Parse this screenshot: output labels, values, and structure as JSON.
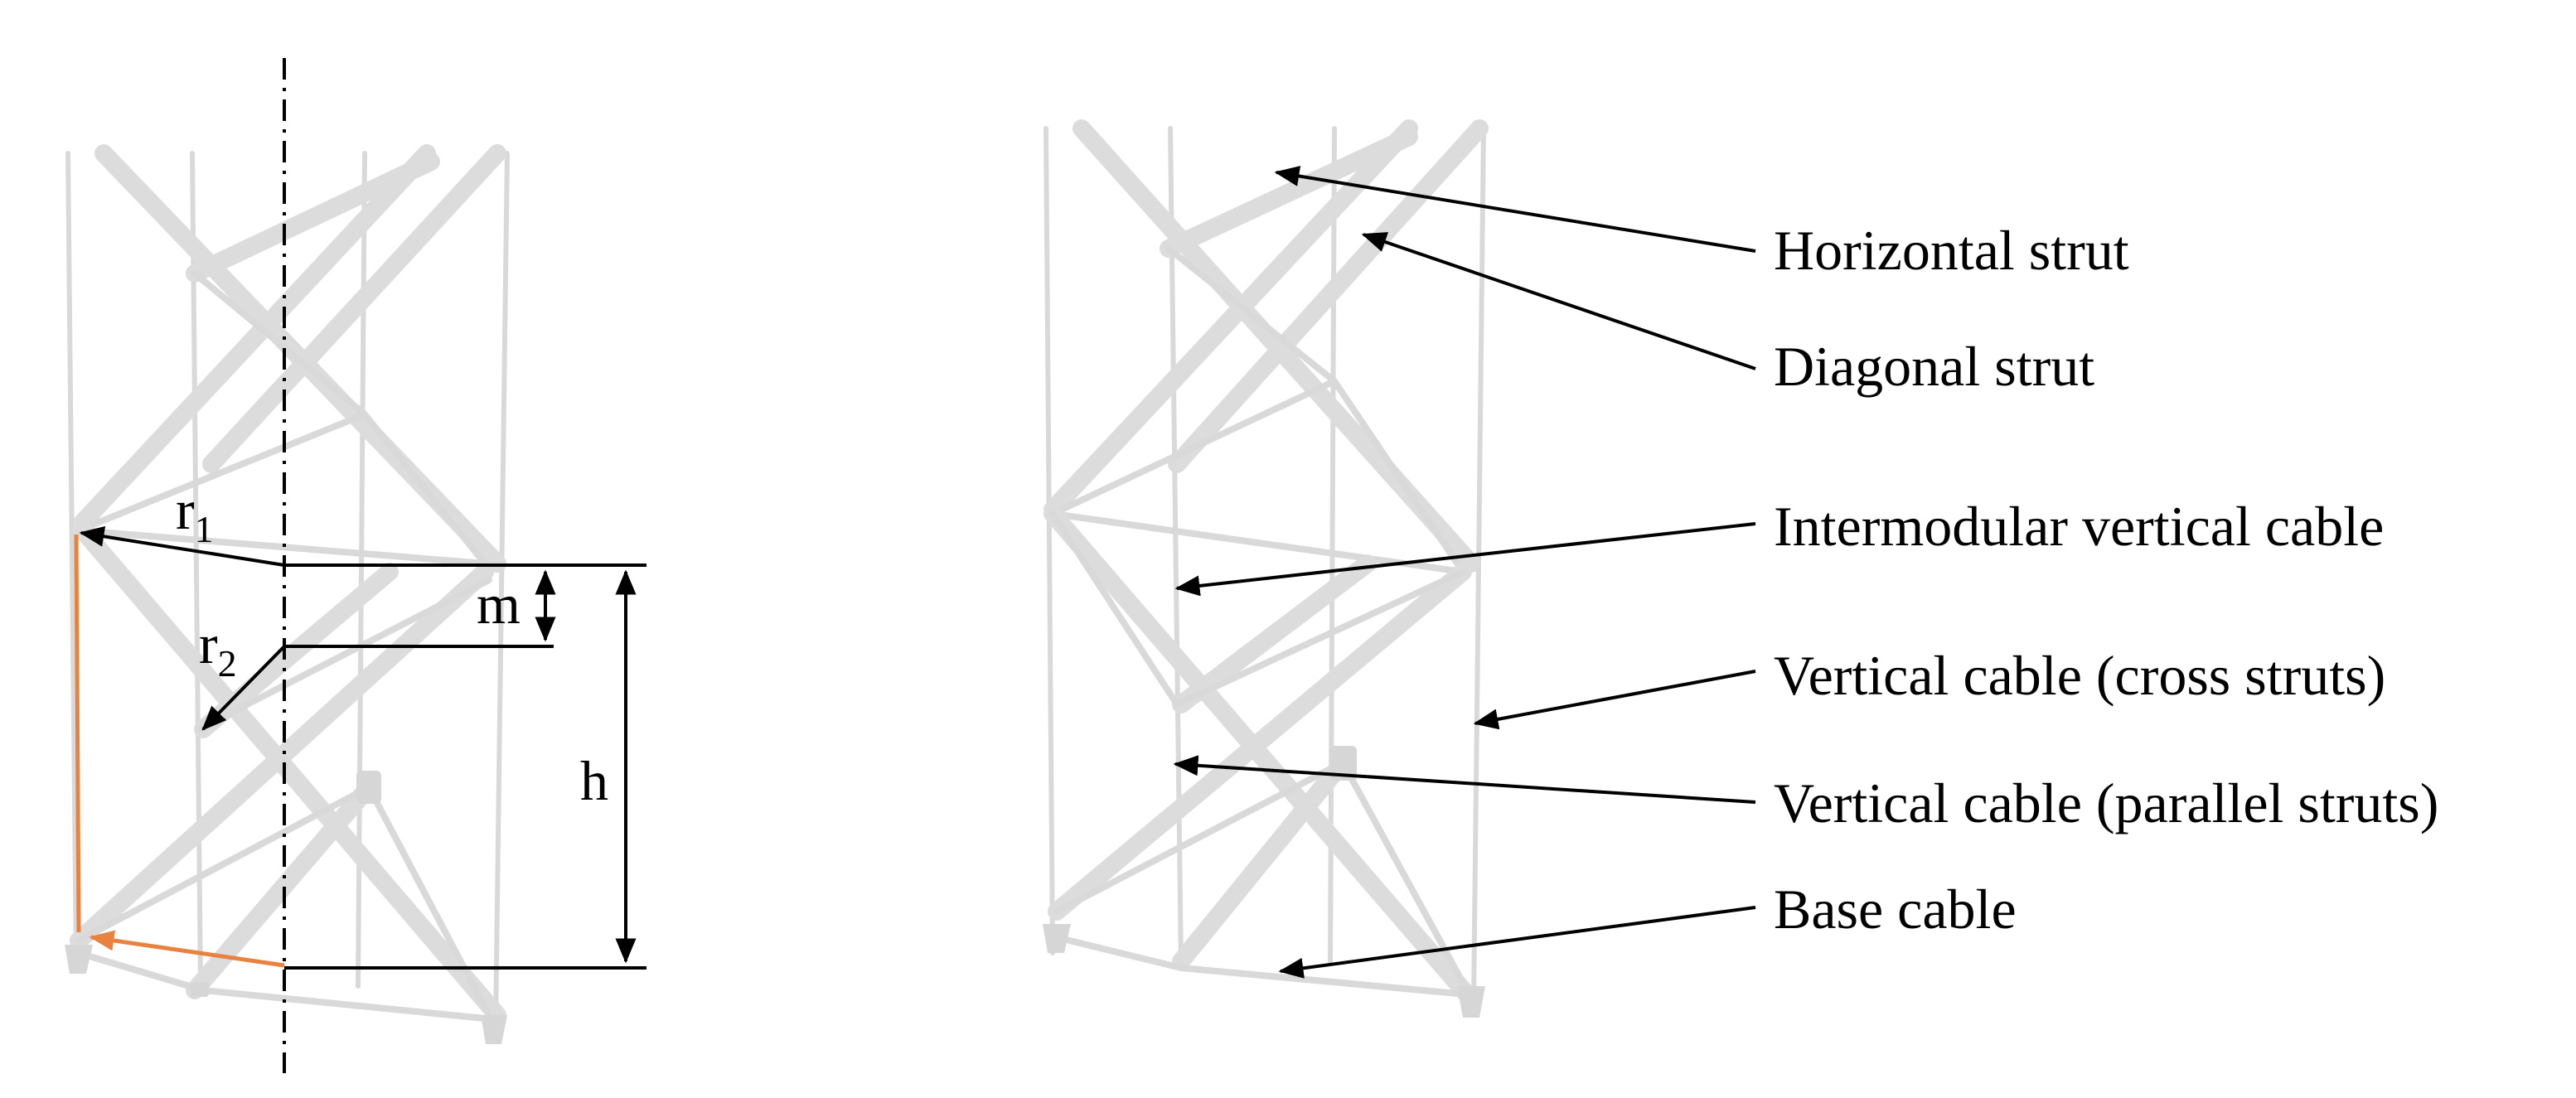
{
  "colors": {
    "structure": "#d6d6d6",
    "structure_dark": "#c4c4c4",
    "annotation": "#000000",
    "highlight": "#e9823f",
    "background": "#ffffff"
  },
  "dimensions": {
    "r1": {
      "base": "r",
      "sub": "1"
    },
    "r2": {
      "base": "r",
      "sub": "2"
    },
    "m": "m",
    "h": "h"
  },
  "callouts": [
    {
      "id": "horizontal-strut",
      "text": "Horizontal strut"
    },
    {
      "id": "diagonal-strut",
      "text": "Diagonal strut"
    },
    {
      "id": "intermodular-vertical-cable",
      "text": "Intermodular vertical cable"
    },
    {
      "id": "vertical-cable-cross",
      "text": "Vertical cable (cross struts)"
    },
    {
      "id": "vertical-cable-parallel",
      "text": "Vertical cable (parallel struts)"
    },
    {
      "id": "base-cable",
      "text": "Base cable"
    }
  ]
}
